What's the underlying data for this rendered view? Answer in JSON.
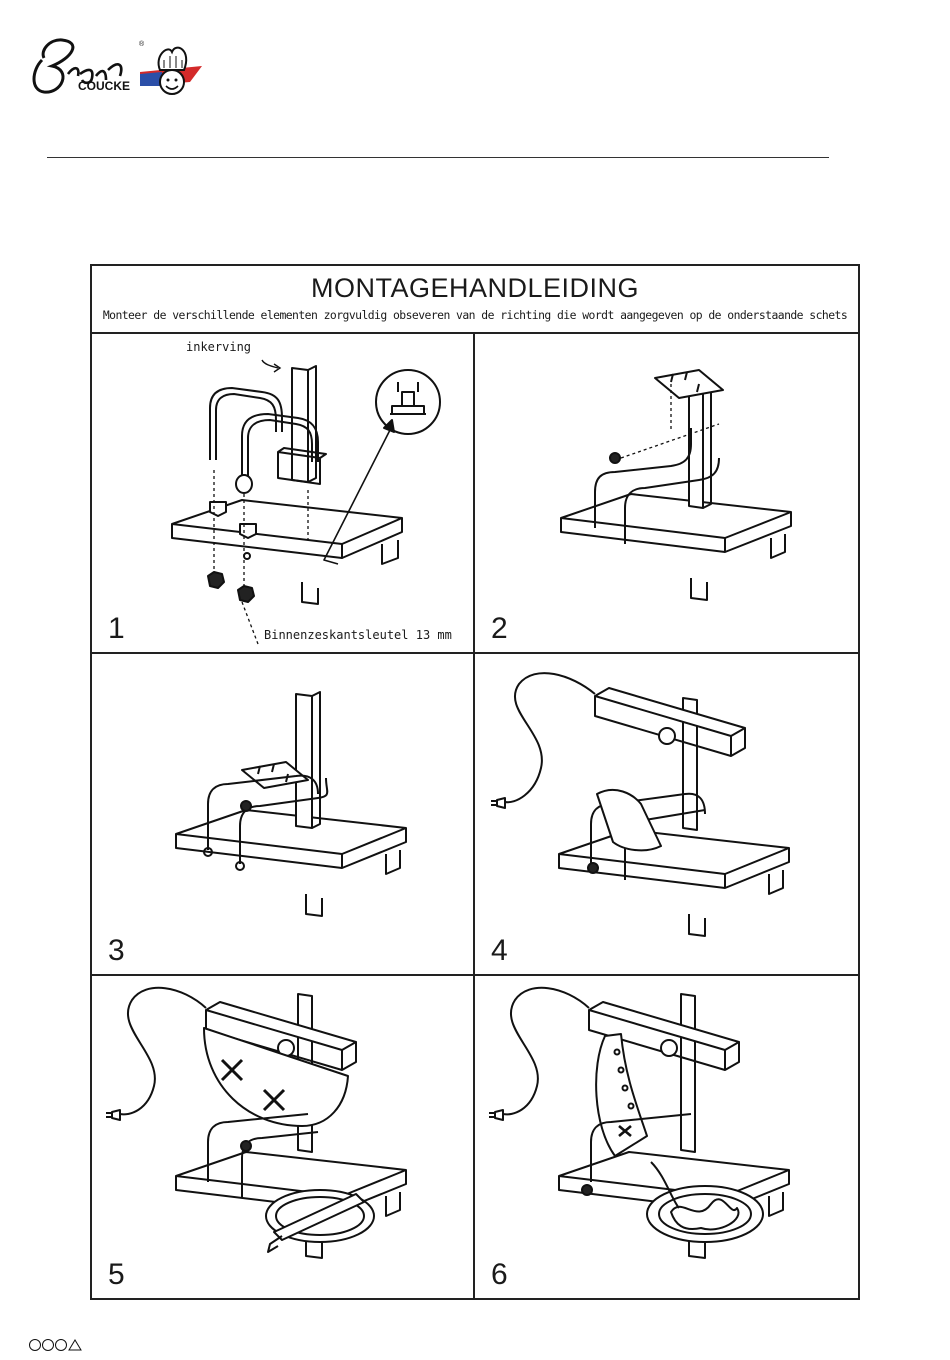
{
  "brand": {
    "logo_text": "Bron",
    "sub_text": "COUCKE",
    "registered_mark": "®"
  },
  "manual": {
    "title": "MONTAGEHANDLEIDING",
    "subtitle": "Monteer de verschillende elementen zorgvuldig obseveren van de richting die wordt aangegeven op de onderstaande schets"
  },
  "steps": [
    {
      "number": "1",
      "labels": {
        "notch": "inkerving",
        "tool": "Binnenzeskantsleutel 13 mm"
      }
    },
    {
      "number": "2"
    },
    {
      "number": "3"
    },
    {
      "number": "4"
    },
    {
      "number": "5"
    },
    {
      "number": "6"
    }
  ],
  "footer": {
    "icons": [
      "E-icon",
      "person-icon",
      "C-icon",
      "warning-icon"
    ]
  }
}
